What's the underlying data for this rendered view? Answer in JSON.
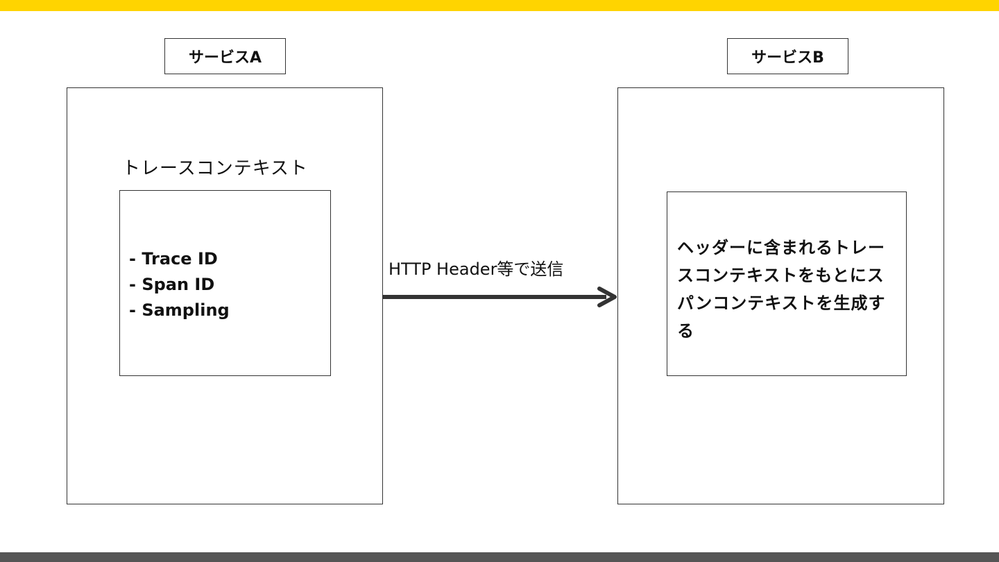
{
  "colors": {
    "top_bar": "#FFD400",
    "bottom_bar": "#555555",
    "arrow": "#333333"
  },
  "service_a": {
    "title": "サービスA",
    "context_caption": "トレースコンテキスト",
    "context_items": [
      "- Trace ID",
      "- Span ID",
      "- Sampling"
    ]
  },
  "arrow": {
    "label": "HTTP Header等で送信"
  },
  "service_b": {
    "title": "サービスB",
    "description": "ヘッダーに含まれるトレースコンテキストをもとにスパンコンテキストを生成する"
  }
}
